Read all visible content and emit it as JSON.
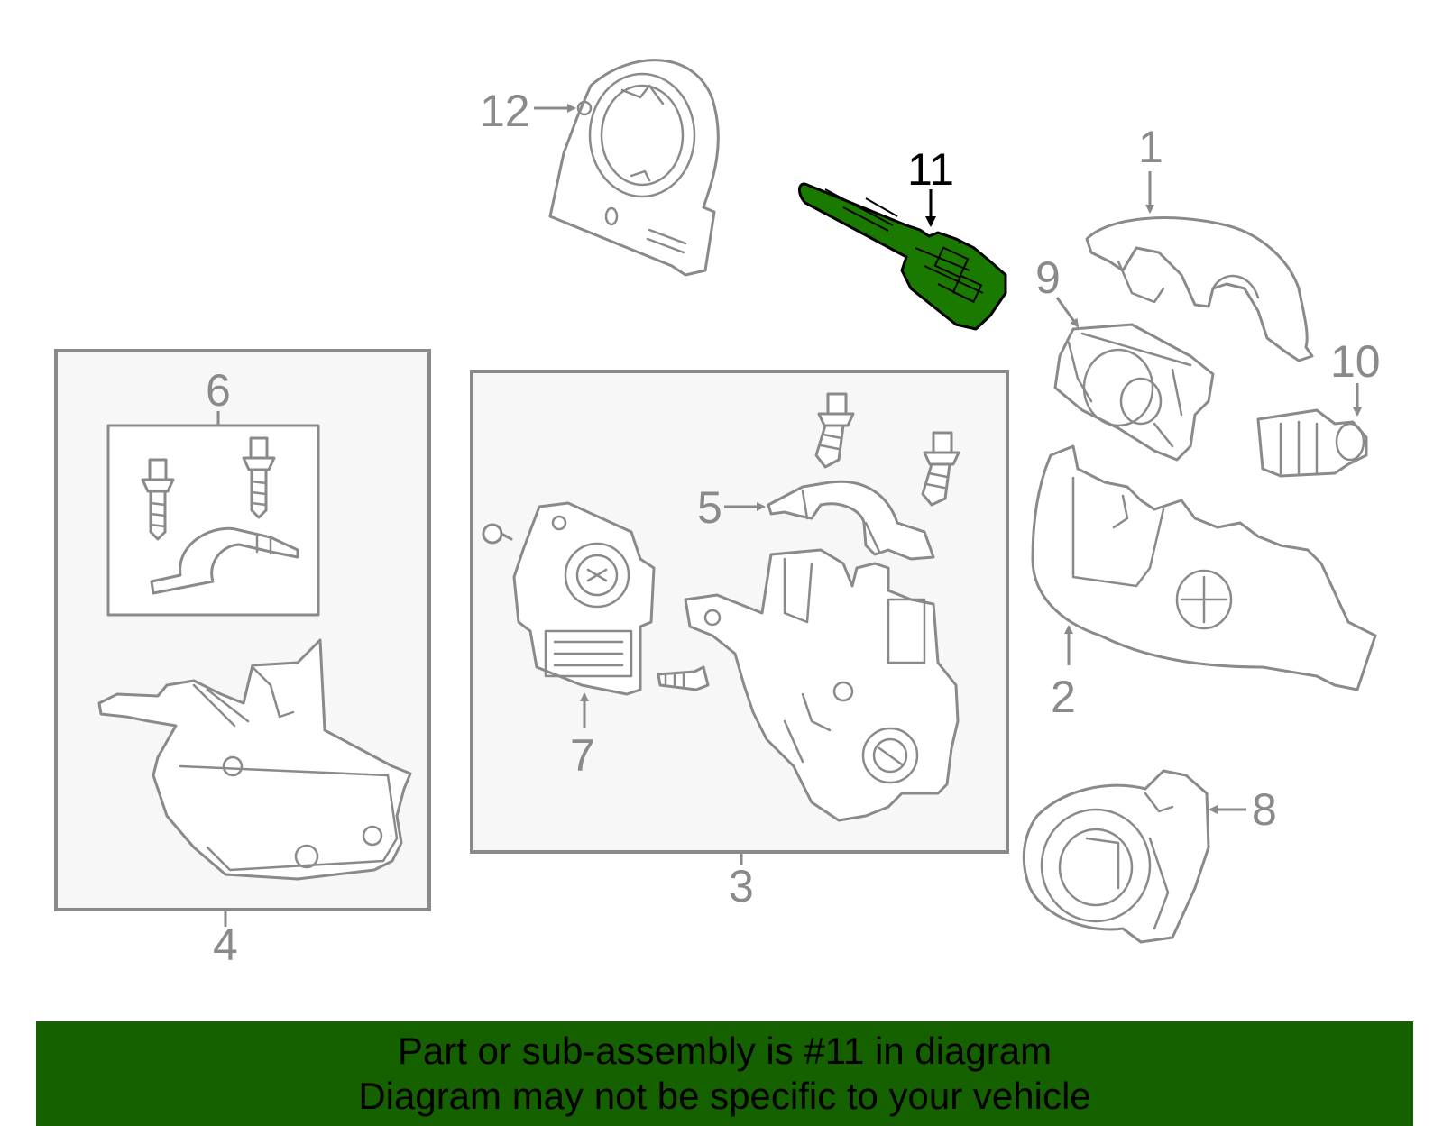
{
  "diagram": {
    "highlight_color": "#1a7a00",
    "line_color": "#8a8a8a",
    "callouts": {
      "c1": "1",
      "c2": "2",
      "c3": "3",
      "c4": "4",
      "c5": "5",
      "c6": "6",
      "c7": "7",
      "c8": "8",
      "c9": "9",
      "c10": "10",
      "c11": "11",
      "c12": "12"
    },
    "highlighted_part": "11"
  },
  "banner": {
    "background": "#156100",
    "line1": "Part or sub-assembly is #11 in diagram",
    "line2": "Diagram may not be specific to your vehicle"
  }
}
